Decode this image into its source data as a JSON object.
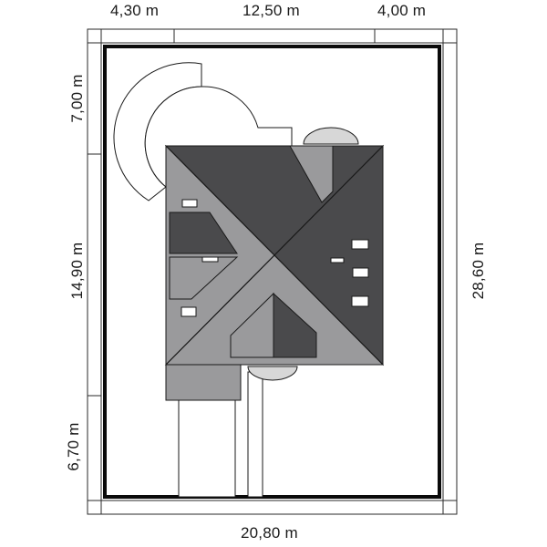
{
  "dimensions": {
    "top": [
      "4,30 m",
      "12,50 m",
      "4,00 m"
    ],
    "left": [
      "7,00 m",
      "14,90 m",
      "6,70 m"
    ],
    "right": "28,60 m",
    "bottom": "20,80 m"
  },
  "colors": {
    "roof_dark": "#4a4a4c",
    "roof_light": "#9a9a9c",
    "ground_light": "#d7d7d7",
    "plot_border": "#0a0a0a",
    "dimension_line": "#2a2a2a"
  }
}
